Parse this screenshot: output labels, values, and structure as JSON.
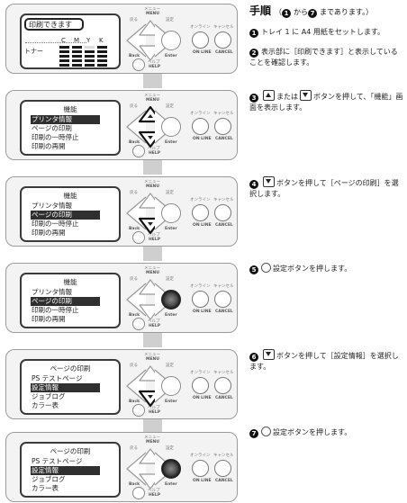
{
  "heading": {
    "title": "手順",
    "note_pre": "（",
    "note_num_from": "1",
    "note_mid": "から",
    "note_num_to": "7",
    "note_post": "まであります。）"
  },
  "controls": {
    "menu_jp": "メニュー",
    "menu_en": "MENU",
    "back_jp": "戻る",
    "back_en": "Back",
    "set_jp": "設定",
    "set_en": "Enter",
    "online_jp": "オンライン",
    "online_en": "ON LINE",
    "cancel_jp": "キャンセル",
    "cancel_en": "CANCEL",
    "help_jp": "ヘルプ",
    "help_en": "HELP"
  },
  "panel1": {
    "message": "印刷できます",
    "cmyk": [
      "C",
      "M",
      "Y",
      "K"
    ],
    "toner_label": "トナー",
    "toner_levels": [
      1.0,
      1.0,
      0.75,
      1.0
    ]
  },
  "panel2": {
    "title": "機能",
    "items": [
      "プリンタ情報",
      "ページの印刷",
      "印刷の一時停止",
      "印刷の再開"
    ],
    "selected": 0
  },
  "panel3": {
    "title": "機能",
    "items": [
      "プリンタ情報",
      "ページの印刷",
      "印刷の一時停止",
      "印刷の再開"
    ],
    "selected": 1
  },
  "panel4": {
    "title": "機能",
    "items": [
      "プリンタ情報",
      "ページの印刷",
      "印刷の一時停止",
      "印刷の再開"
    ],
    "selected": 1
  },
  "panel5": {
    "title": "ページの印刷",
    "items": [
      "PS テストページ",
      "設定情報",
      "ジョブログ",
      "カラー表"
    ],
    "selected": 1
  },
  "panel6": {
    "title": "ページの印刷",
    "items": [
      "PS テストページ",
      "設定情報",
      "ジョブログ",
      "カラー表"
    ],
    "selected": 1
  },
  "steps": [
    {
      "num": "1",
      "text": "トレイ 1 に A4 用紙をセットします。"
    },
    {
      "num": "2",
      "text": "表示部に［印刷できます］と表示していることを確認します。"
    },
    {
      "num": "3",
      "pre": "",
      "mid": "または",
      "post": "ボタンを押して、「機能」画面を表示します。"
    },
    {
      "num": "4",
      "post": "ボタンを押して［ページの印刷］を選択します。"
    },
    {
      "num": "5",
      "post": "設定ボタンを押します。"
    },
    {
      "num": "6",
      "post": "ボタンを押して［設定情報］を選択します。"
    },
    {
      "num": "7",
      "post": "設定ボタンを押します。"
    }
  ]
}
